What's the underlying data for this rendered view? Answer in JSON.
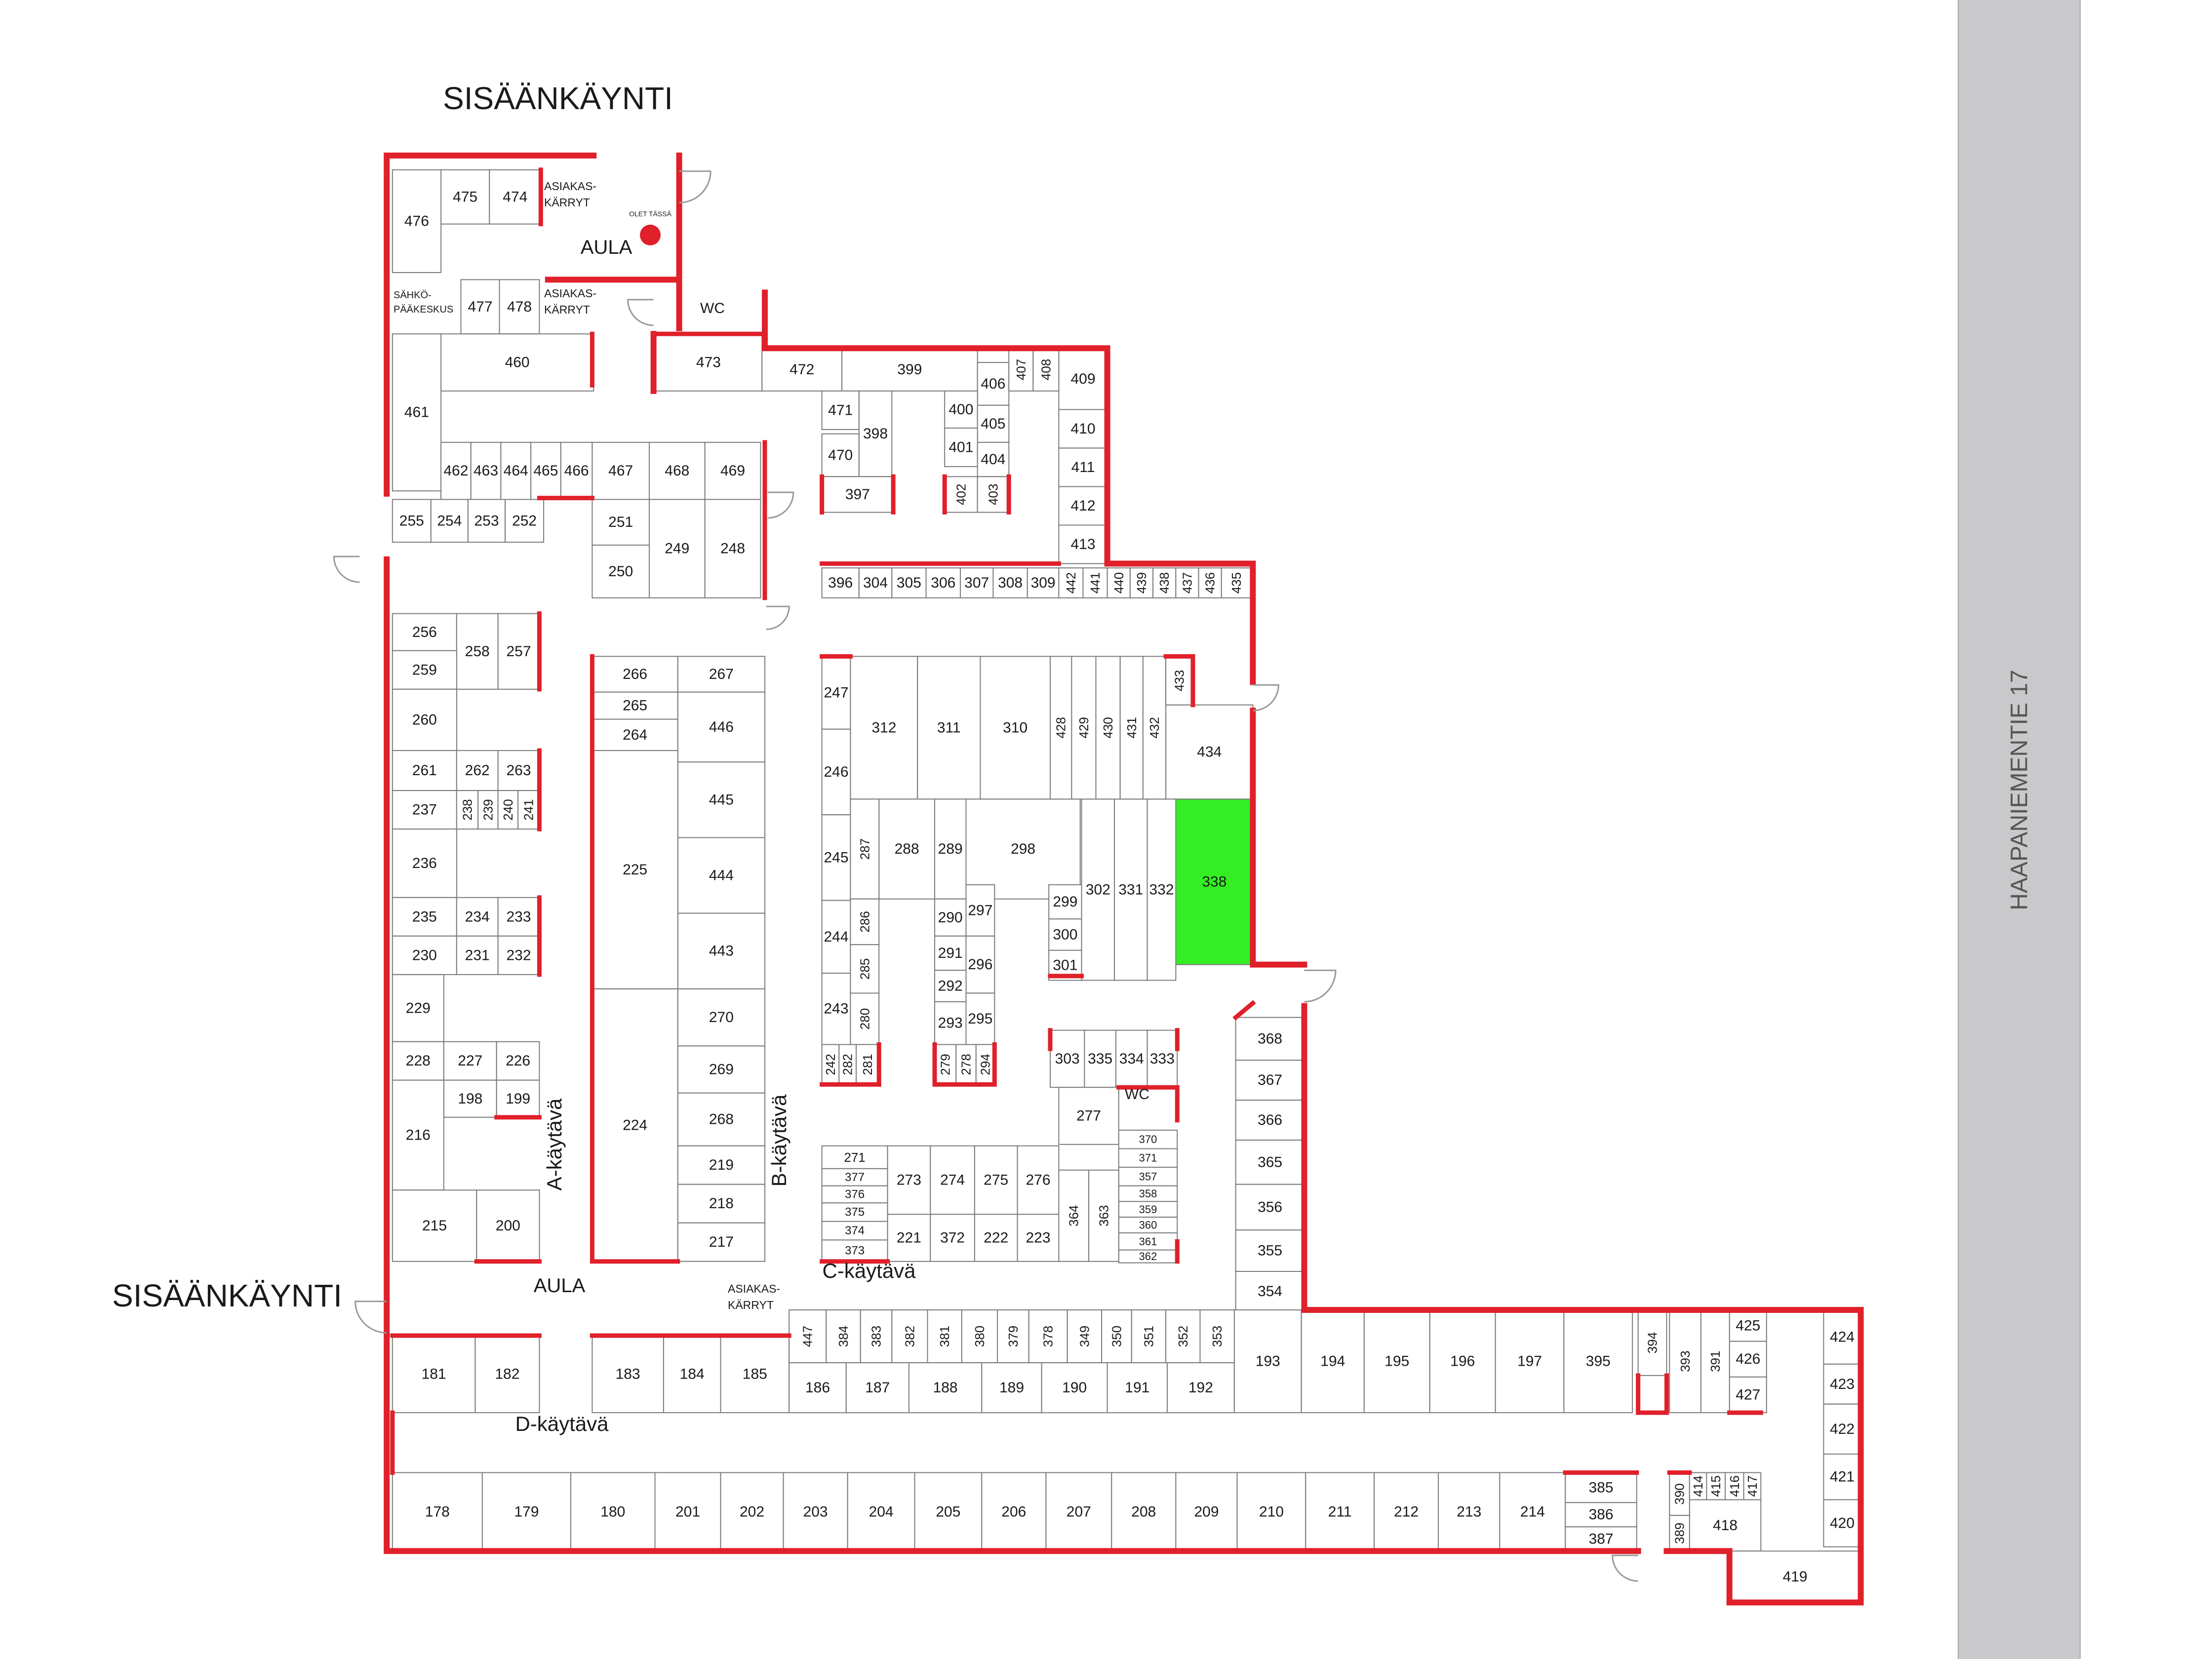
{
  "street": {
    "name": "HAAPANIEMENTIE 17"
  },
  "labels": {
    "entrance_top": "SISÄÄNKÄYNTI",
    "entrance_left": "SISÄÄNKÄYNTI",
    "lobby_top": "AULA",
    "lobby_bottom": "AULA",
    "you_are_here": "OLET TÄSSÄ",
    "cart_line1": "ASIAKAS-",
    "cart_line2": "KÄRRYT",
    "electric_line1": "SÄHKÖ-",
    "electric_line2": "PÄÄKESKUS",
    "wc": "WC",
    "corridor_a": "A-käytävä",
    "corridor_b": "B-käytävä",
    "corridor_c": "C-käytävä",
    "corridor_d": "D-käytävä"
  },
  "colors": {
    "outline": "#e0202a",
    "room_line": "#7a7a7a",
    "highlight": "#33ee22",
    "marker": "#e0202a",
    "street": "#c9c9cb"
  },
  "highlighted_unit": "338",
  "units": {
    "north": {
      "horizontal": [
        "475",
        "474",
        "476",
        "477",
        "478",
        "460",
        "461",
        "462",
        "463",
        "464",
        "465",
        "466",
        "467",
        "468",
        "469",
        "255",
        "254",
        "253",
        "252",
        "251",
        "249",
        "248",
        "250",
        "473",
        "472",
        "399",
        "406",
        "409",
        "410",
        "411",
        "412",
        "413",
        "471",
        "398",
        "470",
        "397",
        "400",
        "405",
        "401",
        "404"
      ],
      "vertical": [
        "407",
        "408",
        "402",
        "403"
      ]
    },
    "west": {
      "horizontal": [
        "256",
        "258",
        "257",
        "259",
        "260",
        "261",
        "262",
        "263",
        "237",
        "236",
        "235",
        "234",
        "233",
        "230",
        "231",
        "232",
        "229",
        "228",
        "227",
        "226",
        "198",
        "199",
        "216",
        "215",
        "200"
      ],
      "vertical": [
        "238",
        "239",
        "240",
        "241"
      ]
    },
    "center": {
      "horizontal": [
        "266",
        "267",
        "265",
        "264",
        "446",
        "445",
        "444",
        "443",
        "225",
        "224",
        "270",
        "269",
        "268",
        "219",
        "218",
        "217",
        "396",
        "304",
        "305",
        "306",
        "307",
        "308",
        "309",
        "247",
        "312",
        "311",
        "310",
        "434",
        "246",
        "245",
        "288",
        "289",
        "298",
        "244",
        "243",
        "290",
        "297",
        "291",
        "296",
        "292",
        "293",
        "295",
        "299",
        "300",
        "301",
        "302",
        "331",
        "332",
        "338"
      ],
      "vertical": [
        "442",
        "441",
        "440",
        "439",
        "438",
        "437",
        "436",
        "435",
        "428",
        "429",
        "430",
        "431",
        "432",
        "433",
        "287",
        "286",
        "285",
        "280",
        "242",
        "282",
        "281",
        "279",
        "278",
        "294"
      ]
    },
    "south_center": {
      "horizontal": [
        "303",
        "335",
        "334",
        "333",
        "277",
        "370",
        "371",
        "357",
        "358",
        "359",
        "360",
        "361",
        "362",
        "271",
        "377",
        "376",
        "375",
        "374",
        "373",
        "273",
        "274",
        "275",
        "276",
        "221",
        "372",
        "222",
        "223",
        "368",
        "367",
        "366",
        "365",
        "356",
        "355",
        "354"
      ],
      "vertical": [
        "364",
        "363"
      ]
    },
    "south": {
      "horizontal": [
        "181",
        "182",
        "183",
        "184",
        "185",
        "186",
        "187",
        "188",
        "189",
        "190",
        "191",
        "192",
        "193",
        "194",
        "195",
        "196",
        "197",
        "395",
        "425",
        "426",
        "427",
        "424",
        "423",
        "422",
        "421",
        "420",
        "178",
        "179",
        "180",
        "201",
        "202",
        "203",
        "204",
        "205",
        "206",
        "207",
        "208",
        "209",
        "210",
        "211",
        "212",
        "213",
        "214",
        "385",
        "386",
        "387",
        "418",
        "419"
      ],
      "vertical": [
        "447",
        "384",
        "383",
        "382",
        "381",
        "380",
        "379",
        "378",
        "349",
        "350",
        "351",
        "352",
        "353",
        "394",
        "393",
        "391",
        "390",
        "414",
        "415",
        "416",
        "417",
        "389"
      ]
    }
  }
}
